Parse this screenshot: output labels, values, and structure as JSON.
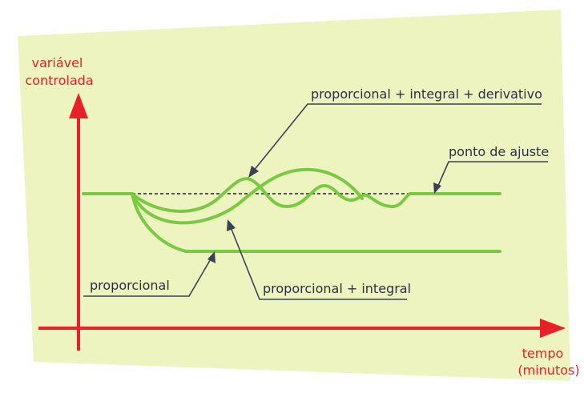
{
  "diagram": {
    "y_axis_label": [
      "variável",
      "controlada"
    ],
    "x_axis_label": [
      "tempo",
      "(minutos)"
    ],
    "labels": {
      "pid": "proporcional + integral + derivativo",
      "setpoint": "ponto de ajuste",
      "p": "proporcional",
      "pi": "proporcional + integral"
    },
    "colors": {
      "background_panel": "#eef4bf",
      "axis": "#e8202a",
      "curve": "#7ac943",
      "leader": "#3a4154",
      "text": "#2b3042"
    }
  }
}
